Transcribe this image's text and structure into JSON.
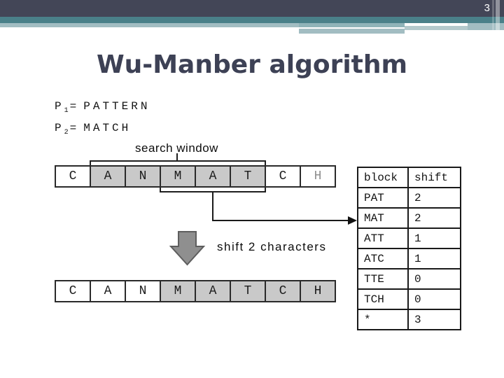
{
  "page_number": "3",
  "title": "Wu-Manber algorithm",
  "patterns": [
    {
      "name": "P",
      "sub": "1",
      "eq": "=",
      "value": "PATTERN"
    },
    {
      "name": "P",
      "sub": "2",
      "eq": "=",
      "value": "MATCH"
    }
  ],
  "diagram": {
    "search_window_label": "search window",
    "shift_label": "shift 2 characters",
    "top_row": [
      {
        "ch": "C",
        "shaded": false,
        "faded": false
      },
      {
        "ch": "A",
        "shaded": true,
        "faded": false
      },
      {
        "ch": "N",
        "shaded": true,
        "faded": false
      },
      {
        "ch": "M",
        "shaded": true,
        "faded": false
      },
      {
        "ch": "A",
        "shaded": true,
        "faded": false
      },
      {
        "ch": "T",
        "shaded": true,
        "faded": false
      },
      {
        "ch": "C",
        "shaded": false,
        "faded": false
      },
      {
        "ch": "H",
        "shaded": false,
        "faded": true
      }
    ],
    "bottom_row": [
      {
        "ch": "C",
        "shaded": false,
        "faded": false
      },
      {
        "ch": "A",
        "shaded": false,
        "faded": false
      },
      {
        "ch": "N",
        "shaded": false,
        "faded": false
      },
      {
        "ch": "M",
        "shaded": true,
        "faded": false
      },
      {
        "ch": "A",
        "shaded": true,
        "faded": false
      },
      {
        "ch": "T",
        "shaded": true,
        "faded": false
      },
      {
        "ch": "C",
        "shaded": true,
        "faded": false
      },
      {
        "ch": "H",
        "shaded": true,
        "faded": false
      }
    ]
  },
  "shift_table": {
    "headers": [
      "block",
      "shift"
    ],
    "rows": [
      [
        "PAT",
        "2"
      ],
      [
        "MAT",
        "2"
      ],
      [
        "ATT",
        "1"
      ],
      [
        "ATC",
        "1"
      ],
      [
        "TTE",
        "0"
      ],
      [
        "TCH",
        "0"
      ],
      [
        "*",
        "3"
      ]
    ]
  },
  "colors": {
    "header_dark": "#434657",
    "teal": "#4a8089",
    "teal_light": "#a2bdc2",
    "teal_medium": "#8fb3b8",
    "teal_lighter": "#b4c9cc",
    "cell_gray": "#c9c9c9",
    "arrow_gray": "#8f8f8f",
    "title": "#3d4155"
  }
}
